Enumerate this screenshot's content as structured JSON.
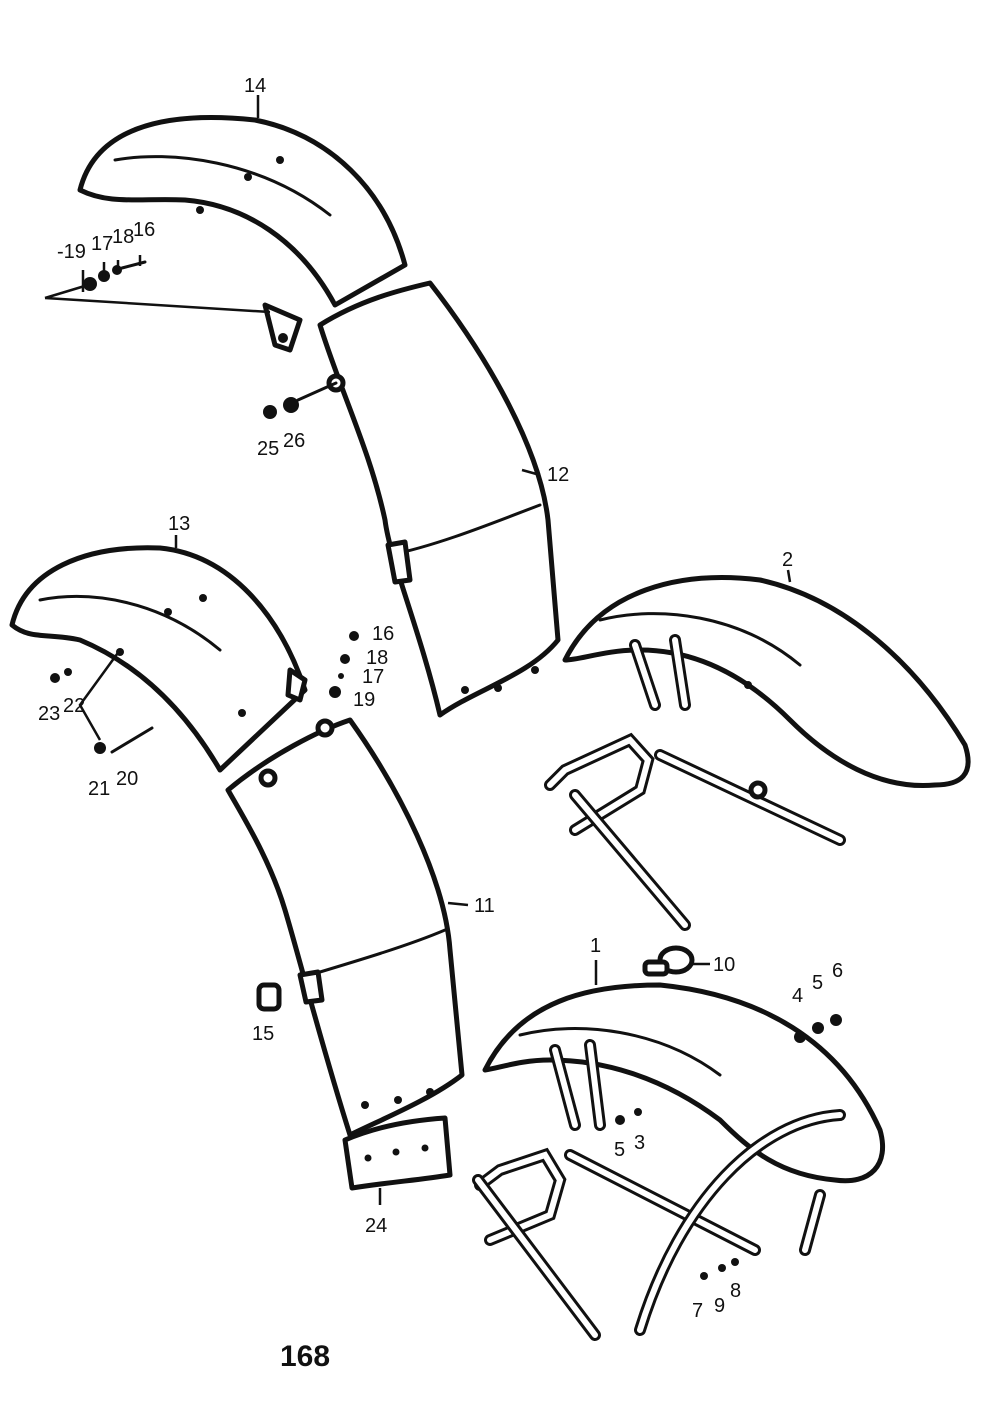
{
  "callouts": {
    "c1": "1",
    "c2": "2",
    "c3": "3",
    "c4": "4",
    "c5a": "5",
    "c5b": "5",
    "c6": "6",
    "c7": "7",
    "c8": "8",
    "c9": "9",
    "c10": "10",
    "c11": "11",
    "c12": "12",
    "c13": "13",
    "c14": "14",
    "c15": "15",
    "c16a": "16",
    "c16b": "16",
    "c17a": "17",
    "c17b": "17",
    "c18a": "18",
    "c18b": "18",
    "c19a": "-19",
    "c19b": "19",
    "c20": "20",
    "c21": "21",
    "c22": "22",
    "c23": "23",
    "c24": "24",
    "c25": "25",
    "c26": "26"
  },
  "page_number": "168"
}
